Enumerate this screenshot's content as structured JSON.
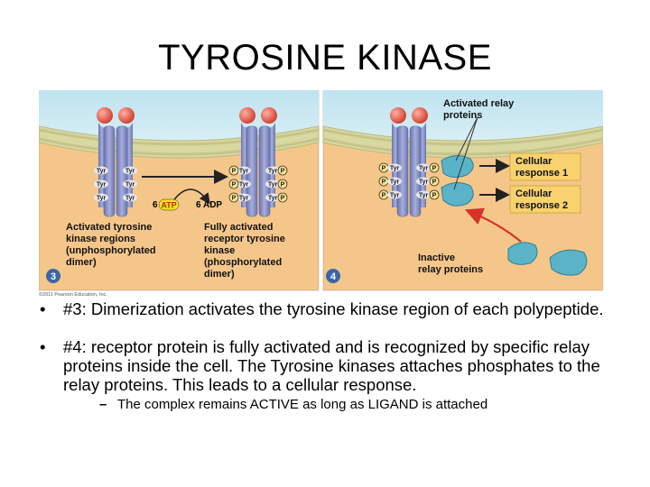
{
  "title": "TYROSINE KINASE",
  "figure": {
    "copyright": "©2011 Pearson Education, Inc.",
    "panel3": {
      "number": "3",
      "tyr": "Tyr",
      "p": "P",
      "atp": "ATP",
      "atp_count": "6",
      "adp": "6 ADP",
      "label_left": [
        "Activated tyrosine",
        "kinase regions",
        "(unphosphorylated",
        "dimer)"
      ],
      "label_right": [
        "Fully activated",
        "receptor tyrosine",
        "kinase",
        "(phosphorylated",
        "dimer)"
      ]
    },
    "panel4": {
      "number": "4",
      "activated_relay": [
        "Activated relay",
        "proteins"
      ],
      "response1": [
        "Cellular",
        "response 1"
      ],
      "response2": [
        "Cellular",
        "response 2"
      ],
      "inactive_relay": [
        "Inactive",
        "relay proteins"
      ]
    }
  },
  "bullets": [
    "#3: Dimerization activates the tyrosine kinase region of each polypeptide.",
    "#4: receptor protein is fully activated and is recognized by specific relay proteins inside the cell.  The Tyrosine kinases attaches phosphates to the relay proteins.  This leads to a cellular response."
  ],
  "sub_bullet": "The complex remains ACTIVE as long as LIGAND is attached",
  "colors": {
    "panel_bg": "#f5c68a",
    "membrane": "#d8d8a0",
    "receptor": "#8a93c4",
    "ligand": "#e8574a",
    "relay": "#5bb3c8",
    "response_box": "#f7d26e",
    "phosphate": "#fce38a"
  }
}
